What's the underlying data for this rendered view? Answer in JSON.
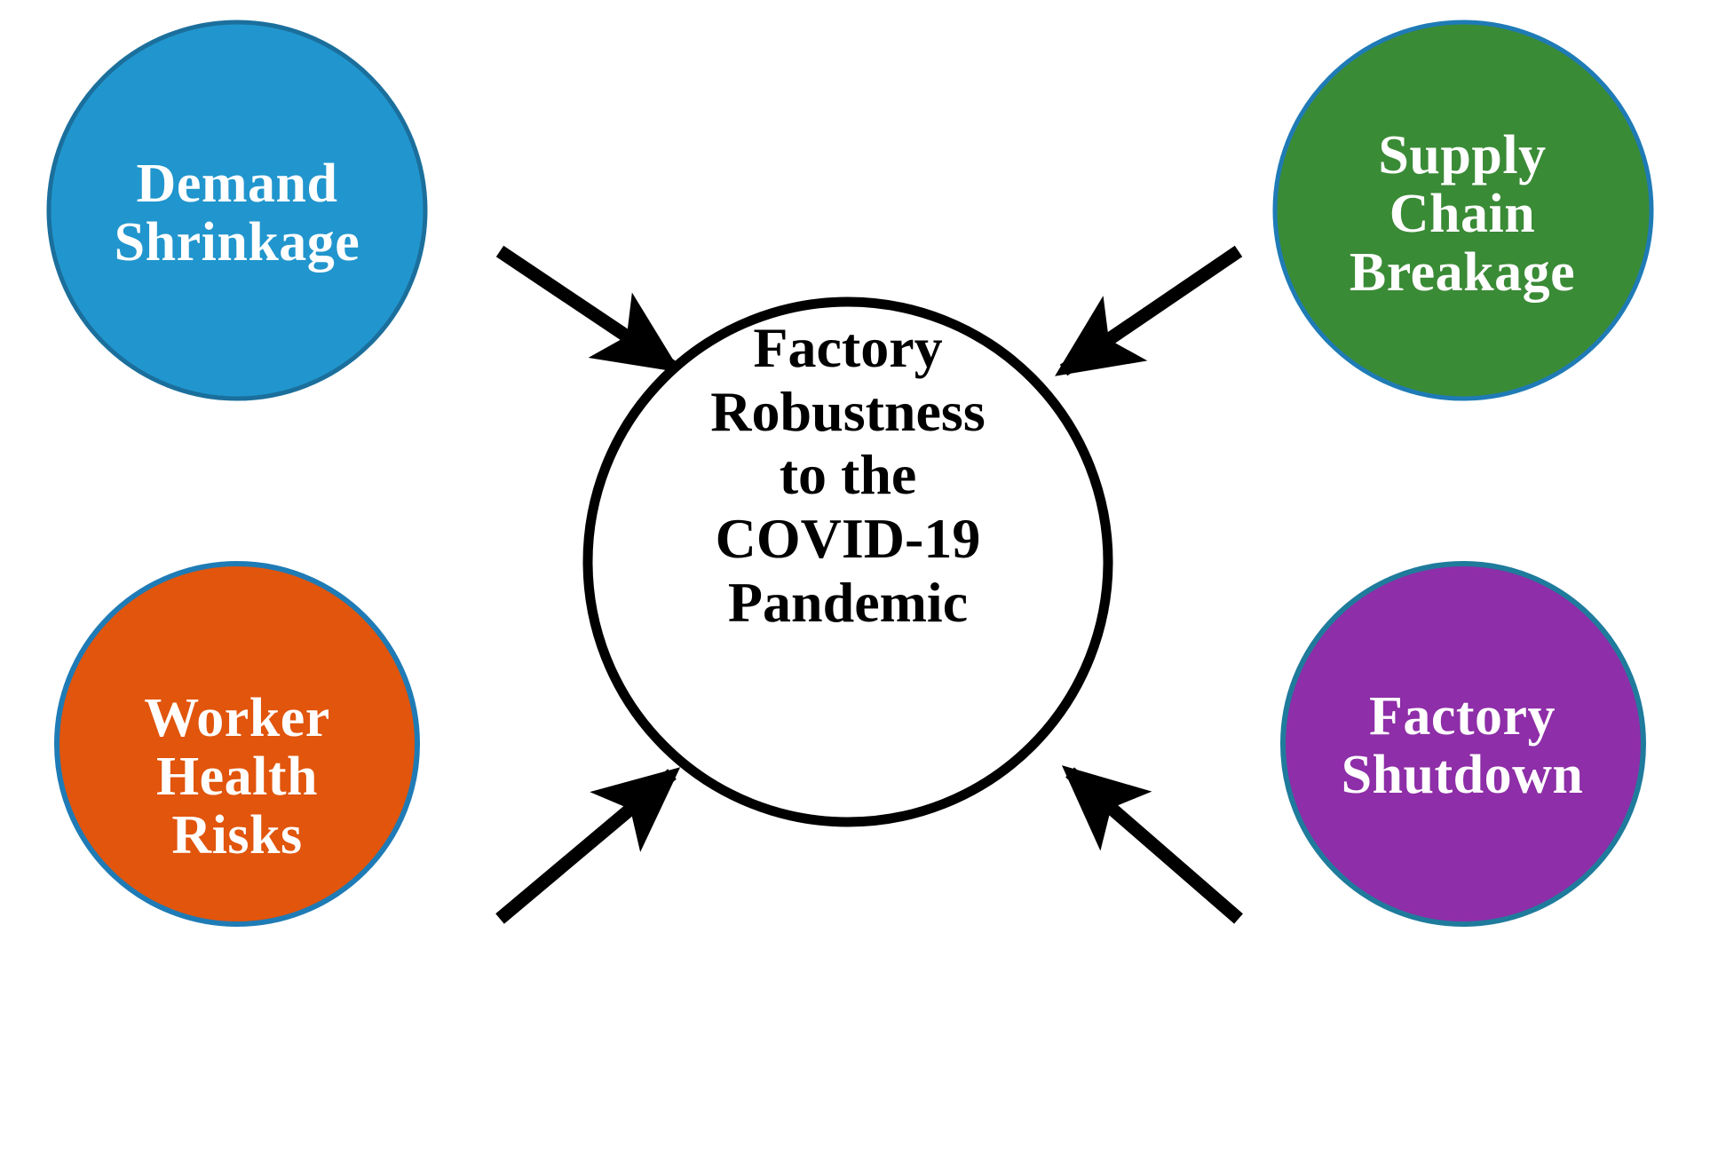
{
  "diagram": {
    "type": "hub-and-spoke",
    "title": "Factory Robustness to the COVID-19 Pandemic",
    "background_color": "#FFFFFF",
    "center": {
      "id": "factory-robustness",
      "lines": [
        "Factory",
        "Robustness",
        "to the",
        "COVID-19",
        "Pandemic"
      ],
      "text": "Factory Robustness to the COVID-19 Pandemic",
      "fill_color": "#FFFFFF",
      "stroke_color": "#000000",
      "text_color": "#000000"
    },
    "nodes": [
      {
        "id": "demand-shrinkage",
        "lines": [
          "Demand",
          "Shrinkage"
        ],
        "text": "Demand Shrinkage",
        "fill_color": "#2196CE",
        "stroke_color": "#1B6F9C",
        "text_color": "#FFFFFF",
        "position": "top-left"
      },
      {
        "id": "supply-chain-breakage",
        "lines": [
          "Supply",
          "Chain",
          "Breakage"
        ],
        "text": "Supply Chain Breakage",
        "fill_color": "#3A8B36",
        "stroke_color": "#1F7BB5",
        "text_color": "#FFFFFF",
        "position": "top-right"
      },
      {
        "id": "worker-health-risks",
        "lines": [
          "Worker",
          "Health",
          "Risks"
        ],
        "text": "Worker Health Risks",
        "fill_color": "#E2550C",
        "stroke_color": "#1F7BB5",
        "text_color": "#FFFFFF",
        "position": "bottom-left"
      },
      {
        "id": "factory-shutdown",
        "lines": [
          "Factory",
          "Shutdown"
        ],
        "text": "Factory Shutdown",
        "fill_color": "#8E2EA8",
        "stroke_color": "#1F7B9C",
        "text_color": "#FFFFFF",
        "position": "bottom-right"
      }
    ],
    "arrows": [
      {
        "id": "arrow-demand-to-center",
        "from": "demand-shrinkage",
        "to": "factory-robustness",
        "color": "#000000"
      },
      {
        "id": "arrow-supply-to-center",
        "from": "supply-chain-breakage",
        "to": "factory-robustness",
        "color": "#000000"
      },
      {
        "id": "arrow-worker-to-center",
        "from": "worker-health-risks",
        "to": "factory-robustness",
        "color": "#000000"
      },
      {
        "id": "arrow-shutdown-to-center",
        "from": "factory-shutdown",
        "to": "factory-robustness",
        "color": "#000000"
      }
    ]
  }
}
